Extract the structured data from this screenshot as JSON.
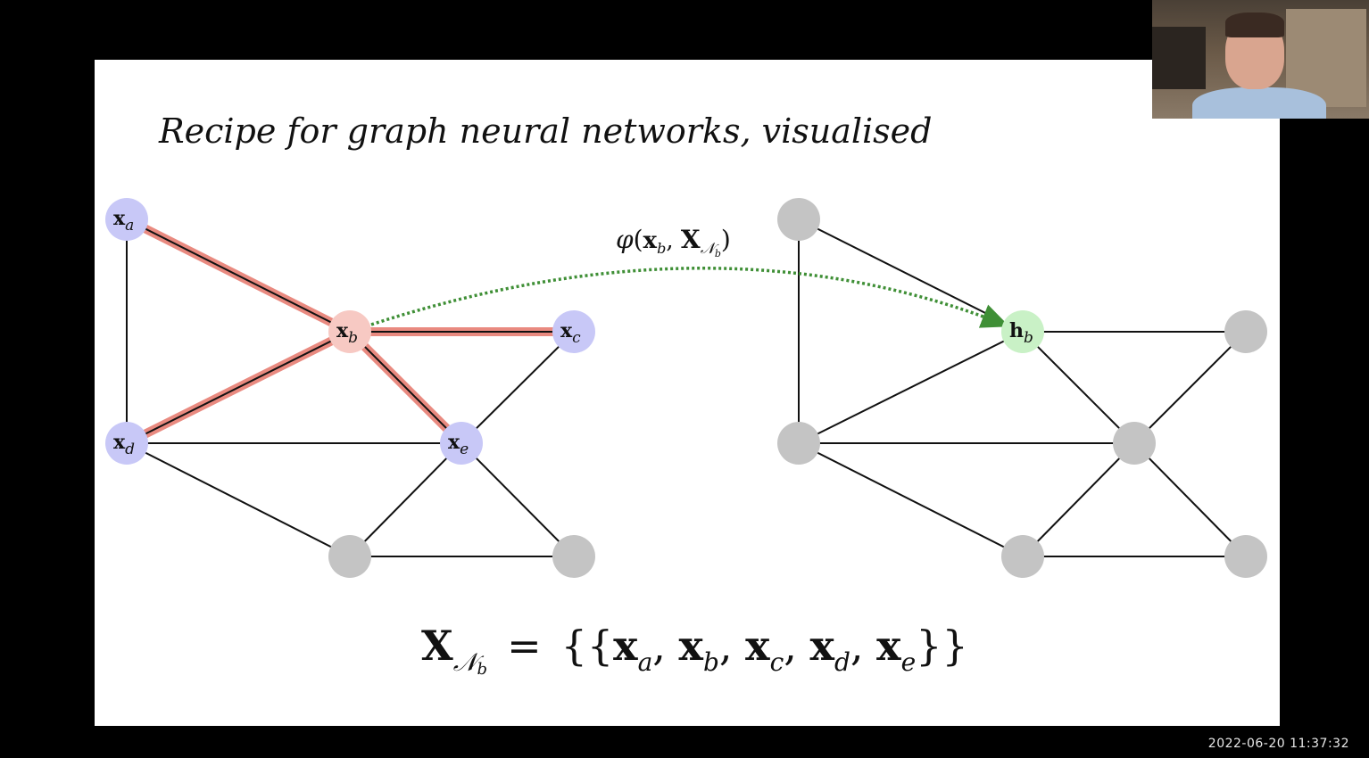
{
  "slide": {
    "title": "Recipe for graph neural networks, visualised"
  },
  "left_graph": {
    "nodes": [
      {
        "id": "a",
        "label": "x",
        "sub": "a",
        "color": "#c8c8f7"
      },
      {
        "id": "b",
        "label": "x",
        "sub": "b",
        "color": "#f7c9c3"
      },
      {
        "id": "c",
        "label": "x",
        "sub": "c",
        "color": "#c8c8f7"
      },
      {
        "id": "d",
        "label": "x",
        "sub": "d",
        "color": "#c8c8f7"
      },
      {
        "id": "e",
        "label": "x",
        "sub": "e",
        "color": "#c8c8f7"
      },
      {
        "id": "f",
        "label": "",
        "sub": "",
        "color": "#c4c4c4"
      },
      {
        "id": "g",
        "label": "",
        "sub": "",
        "color": "#c4c4c4"
      }
    ],
    "edges": [
      {
        "from": "a",
        "to": "b",
        "highlight": true
      },
      {
        "from": "b",
        "to": "c",
        "highlight": true
      },
      {
        "from": "b",
        "to": "d",
        "highlight": true
      },
      {
        "from": "b",
        "to": "e",
        "highlight": true
      },
      {
        "from": "a",
        "to": "d",
        "highlight": false
      },
      {
        "from": "d",
        "to": "e",
        "highlight": false
      },
      {
        "from": "c",
        "to": "e",
        "highlight": false
      },
      {
        "from": "d",
        "to": "f",
        "highlight": false
      },
      {
        "from": "e",
        "to": "f",
        "highlight": false
      },
      {
        "from": "e",
        "to": "g",
        "highlight": false
      },
      {
        "from": "f",
        "to": "g",
        "highlight": false
      }
    ],
    "highlight_color": "#e98a80"
  },
  "right_graph": {
    "nodes": [
      {
        "id": "a",
        "label": "",
        "sub": "",
        "color": "#c4c4c4"
      },
      {
        "id": "b",
        "label": "h",
        "sub": "b",
        "color": "#c9f1c6"
      },
      {
        "id": "c",
        "label": "",
        "sub": "",
        "color": "#c4c4c4"
      },
      {
        "id": "d",
        "label": "",
        "sub": "",
        "color": "#c4c4c4"
      },
      {
        "id": "e",
        "label": "",
        "sub": "",
        "color": "#c4c4c4"
      },
      {
        "id": "f",
        "label": "",
        "sub": "",
        "color": "#c4c4c4"
      },
      {
        "id": "g",
        "label": "",
        "sub": "",
        "color": "#c4c4c4"
      }
    ],
    "edges": [
      {
        "from": "a",
        "to": "b"
      },
      {
        "from": "b",
        "to": "c"
      },
      {
        "from": "b",
        "to": "d"
      },
      {
        "from": "b",
        "to": "e"
      },
      {
        "from": "a",
        "to": "d"
      },
      {
        "from": "d",
        "to": "e"
      },
      {
        "from": "c",
        "to": "e"
      },
      {
        "from": "d",
        "to": "f"
      },
      {
        "from": "e",
        "to": "f"
      },
      {
        "from": "e",
        "to": "g"
      },
      {
        "from": "f",
        "to": "g"
      }
    ]
  },
  "arrow": {
    "color": "#3f8f36",
    "label": {
      "phi": "φ",
      "open": "(",
      "x": "x",
      "x_sub": "b",
      "comma": ", ",
      "X": "X",
      "X_sub": "𝒩",
      "X_subsub": "b",
      "close": ")"
    }
  },
  "formula": {
    "lhs": "X",
    "lhs_sub": "𝒩",
    "lhs_subsub": "b",
    "op": "=",
    "open": "{{",
    "terms": [
      {
        "x": "x",
        "sub": "a"
      },
      {
        "x": "x",
        "sub": "b"
      },
      {
        "x": "x",
        "sub": "c"
      },
      {
        "x": "x",
        "sub": "d"
      },
      {
        "x": "x",
        "sub": "e"
      }
    ],
    "sep": ", ",
    "close": "}}"
  },
  "timestamp": "2022-06-20 11:37:32"
}
